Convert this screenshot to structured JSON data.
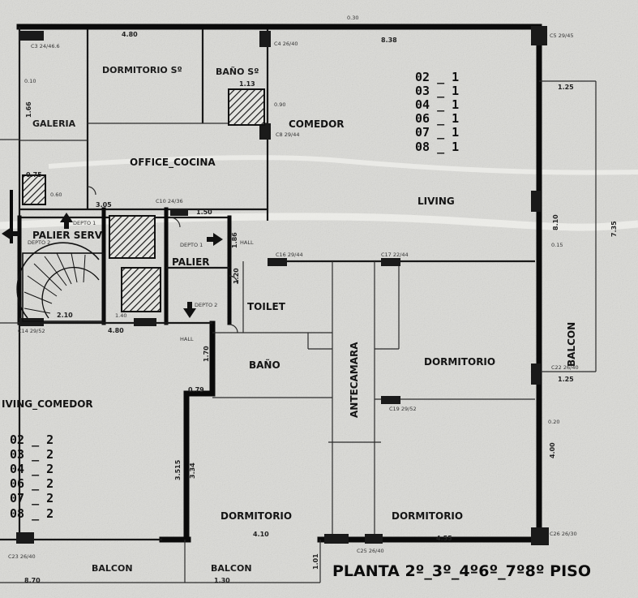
{
  "plan": {
    "title": "PLANTA 2º_3º_4º6º_7º8º PISO",
    "rooms": {
      "dormitorio_servicio": "DORMITORIO Sº",
      "bano_servicio": "BAÑO Sº",
      "galeria": "GALERIA",
      "comedor": "COMEDOR",
      "office_cocina": "OFFICE_COCINA",
      "living": "LIVING",
      "palier_serv": "PALIER SERV",
      "palier": "PALIER",
      "toilet": "TOILET",
      "bano": "BAÑO",
      "dormitorio_1": "DORMITORIO",
      "antecamara": "ANTECAMARA",
      "balcon_right": "BALCON",
      "living_comedor": "IVING_COMEDOR",
      "dormitorio_2": "DORMITORIO",
      "dormitorio_3": "DORMITORIO",
      "balcon_1": "BALCON",
      "balcon_2": "BALCON",
      "hall_1": "HALL",
      "hall_2": "HALL"
    },
    "units_top": [
      "02 _ 1",
      "03 _ 1",
      "04 _ 1",
      "06 _ 1",
      "07 _ 1",
      "08 _ 1"
    ],
    "units_left": [
      "02 _ 2",
      "03 _ 2",
      "04 _ 2",
      "06 _ 2",
      "07 _ 2",
      "08 _ 2"
    ],
    "dimensions": {
      "d_480_top": "4.80",
      "d_838": "8.38",
      "d_113": "1.13",
      "d_075": "0.75",
      "d_305": "3.05",
      "d_150": "1.50",
      "d_210": "2.10",
      "d_480_mid": "4.80",
      "d_125_top": "1.25",
      "d_125_bot": "1.25",
      "d_810": "8.10",
      "d_735": "7.35",
      "d_400": "4.00",
      "d_410": "4.10",
      "d_455": "4.55",
      "d_870": "8.70",
      "d_130": "1.30",
      "d_079": "0.79",
      "d_170": "1.70",
      "d_334": "3.34",
      "d_3515": "3.515",
      "d_186": "1.86",
      "d_120": "1.20",
      "d_166": "1.66",
      "d_101": "1.01",
      "d_010": "0.10",
      "d_015": "0.15",
      "d_020": "0.20",
      "d_030": "0.30",
      "d_060": "0.60",
      "d_090": "0.90",
      "d_140": "1.40"
    },
    "columns": {
      "c3": "C3 24/46.6",
      "c4": "C4 26/40",
      "c5": "C5 29/45",
      "c8": "C8 29/44",
      "c10": "C10 24/36",
      "c16": "C16 29/44",
      "c17": "C17 22/44",
      "c14": "C14 29/52",
      "c19": "C19 29/52",
      "c25": "C25 26/40",
      "c26": "C26 26/30",
      "c22": "C22 26/40",
      "c23": "C23 26/40"
    },
    "stair_notes": {
      "depto1": "DEPTO 1",
      "depto2": "DEPTO 2",
      "depto1b": "DEPTO 1",
      "depto2b": "DEPTO 2"
    }
  }
}
